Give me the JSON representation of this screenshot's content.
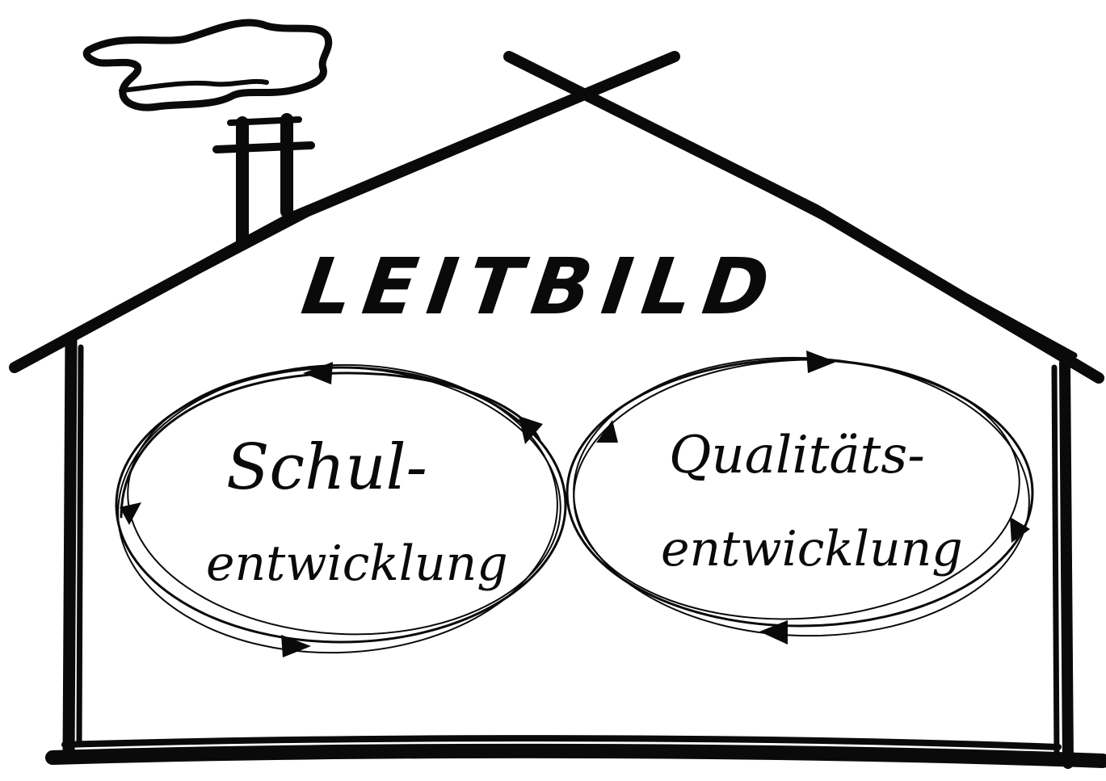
{
  "title": "LEITBILD",
  "left_cycle": {
    "line1": "Schul-",
    "line2": "entwicklung"
  },
  "right_cycle": {
    "line1": "Qualitäts-",
    "line2": "entwicklung"
  },
  "colors": {
    "ink": "#0a0a0a",
    "paper": "#ffffff"
  }
}
